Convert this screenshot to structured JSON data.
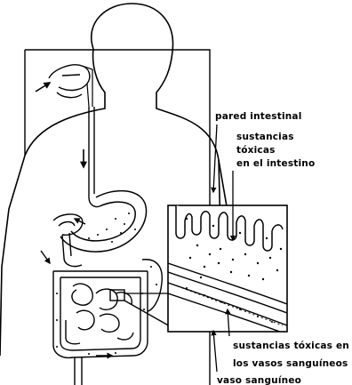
{
  "colors": {
    "ink": "#000000",
    "paper": "#ffffff"
  },
  "labels": {
    "wall": "pared intestinal",
    "toxic_gut_line1": "sustancias",
    "toxic_gut_line2": "tóxicas",
    "toxic_gut_line3": "en el intestino",
    "toxic_blood_line1": "sustancias tóxicas en",
    "toxic_blood_line2": "los vasos sanguíneos",
    "vessel": "vaso sanguíneo"
  }
}
